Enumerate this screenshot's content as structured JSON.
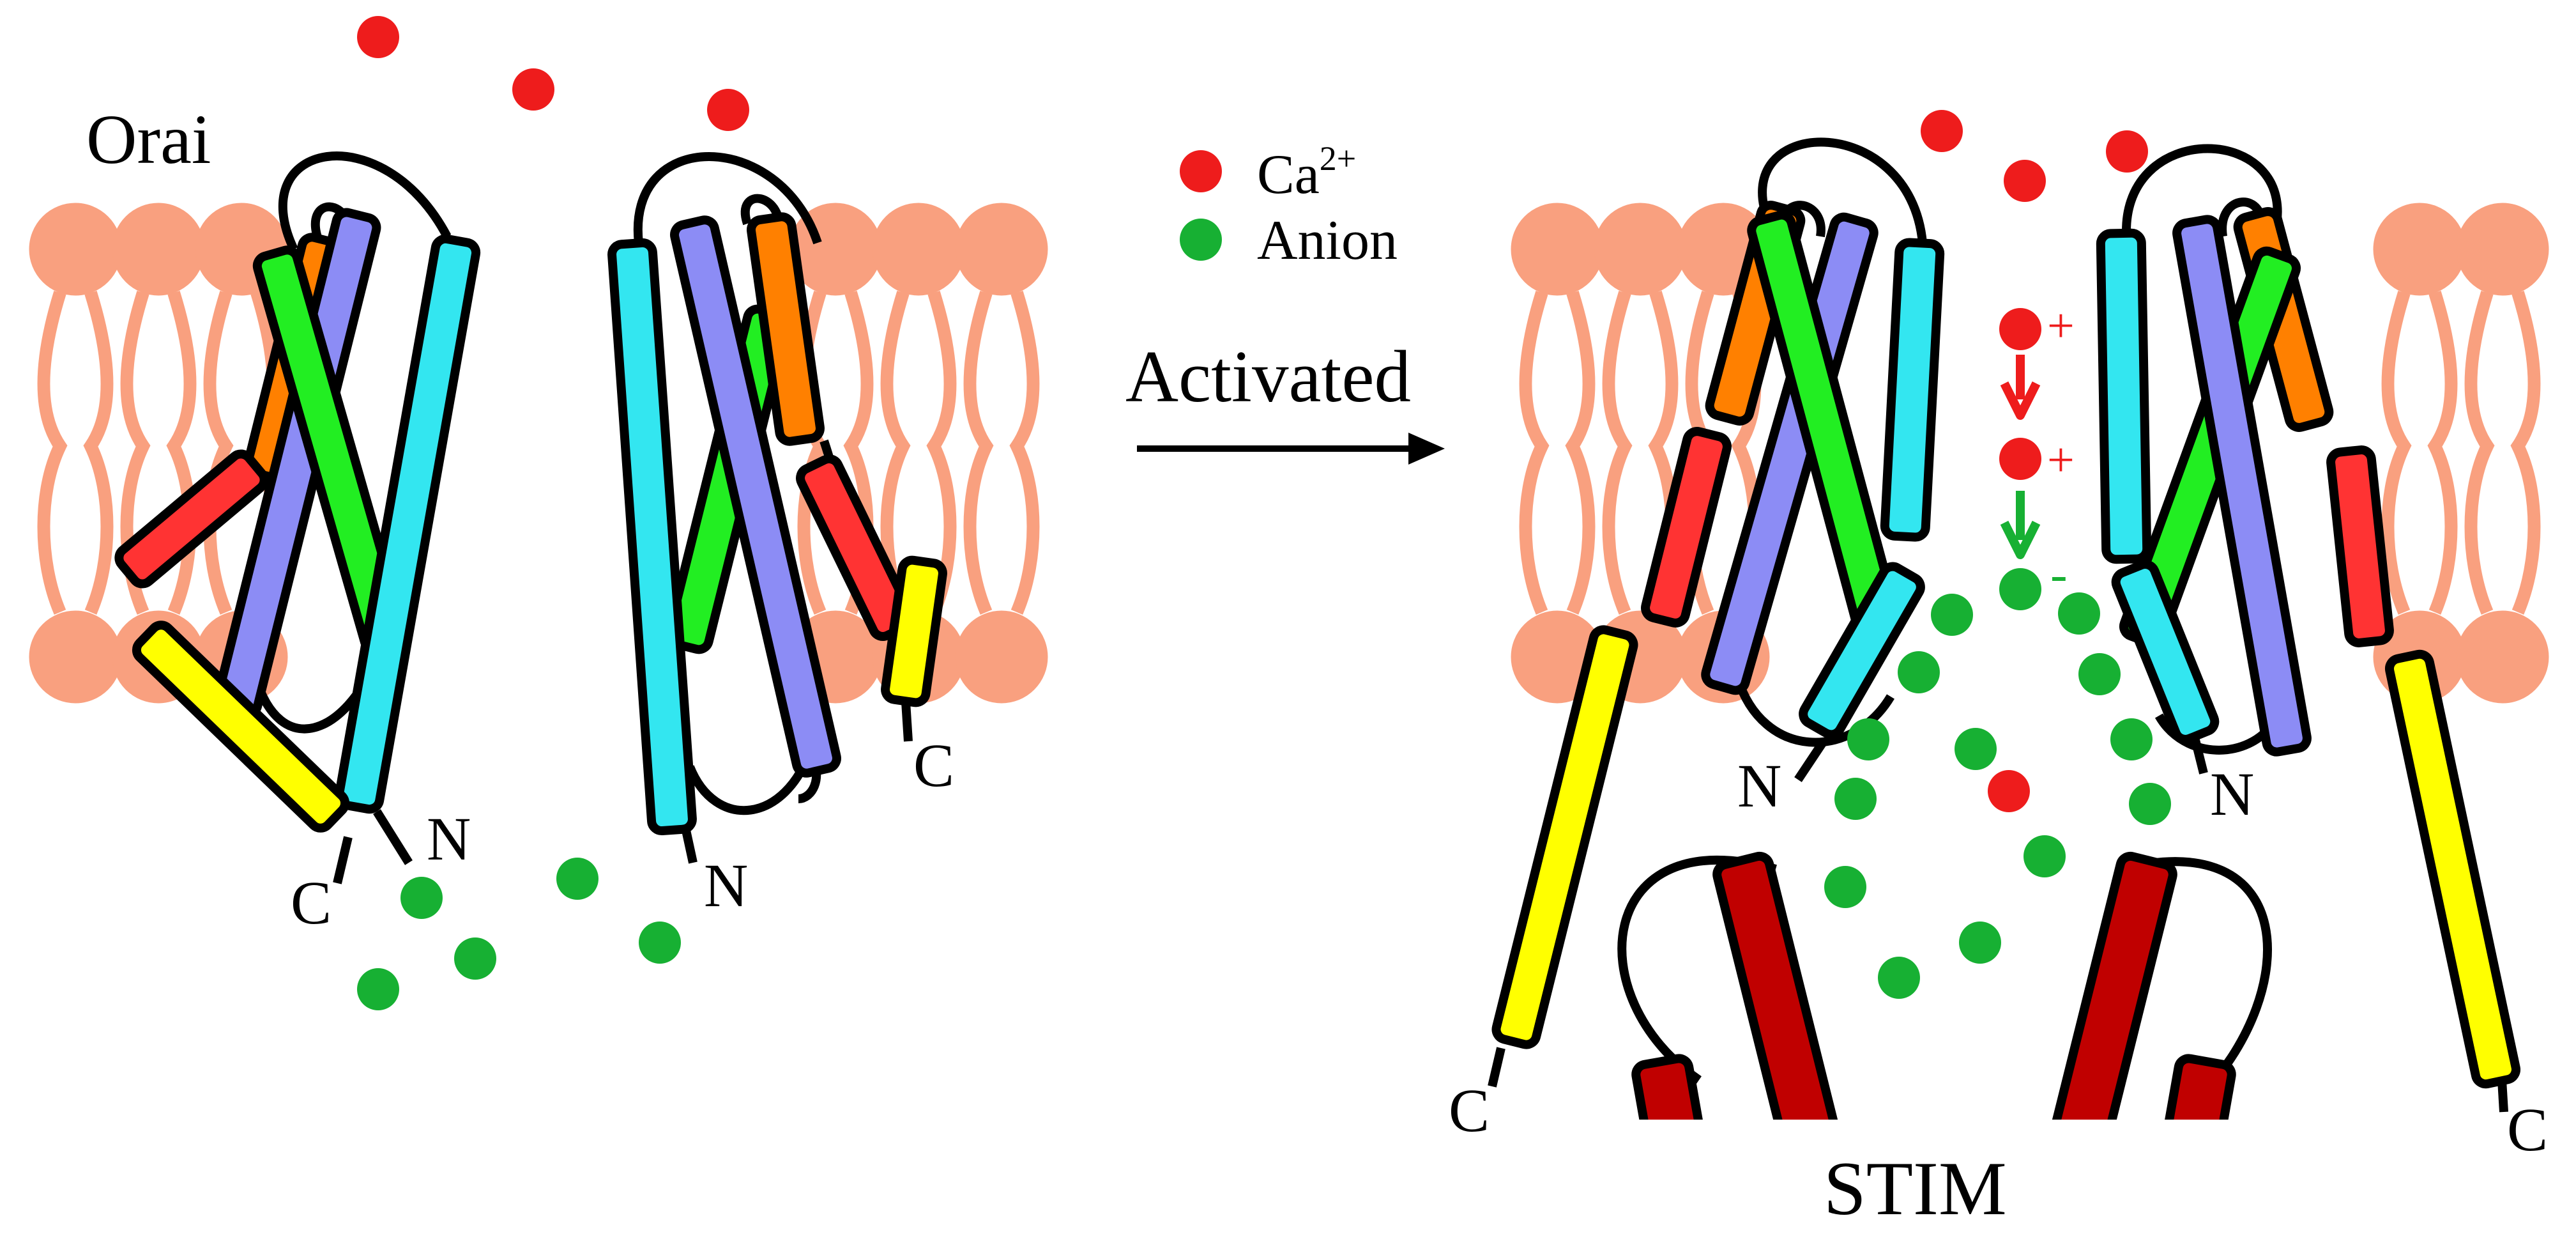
{
  "labels": {
    "orai": "Orai",
    "activated": "Activated",
    "stim": "STIM",
    "n_terminus": "N",
    "c_terminus": "C",
    "plus": "+",
    "minus": "-"
  },
  "legend": {
    "ca_base": "Ca",
    "ca_charge": "2+",
    "anion": "Anion"
  },
  "colors": {
    "calcium": "#ee1c1c",
    "anion": "#17b033",
    "lipid": "#f9a07f",
    "tm1": "#33e6f0",
    "tm2": "#8c8cf5",
    "tm3": "#22ee22",
    "tm4": "#ff8000",
    "tm4_ext": "#ff3333",
    "c_helix": "#ffff00",
    "stim": "#c00000",
    "outline": "#000000"
  },
  "icons": {
    "ion_marker": "filled-circle",
    "transition": "right-arrow",
    "flux": "down-arrow"
  }
}
